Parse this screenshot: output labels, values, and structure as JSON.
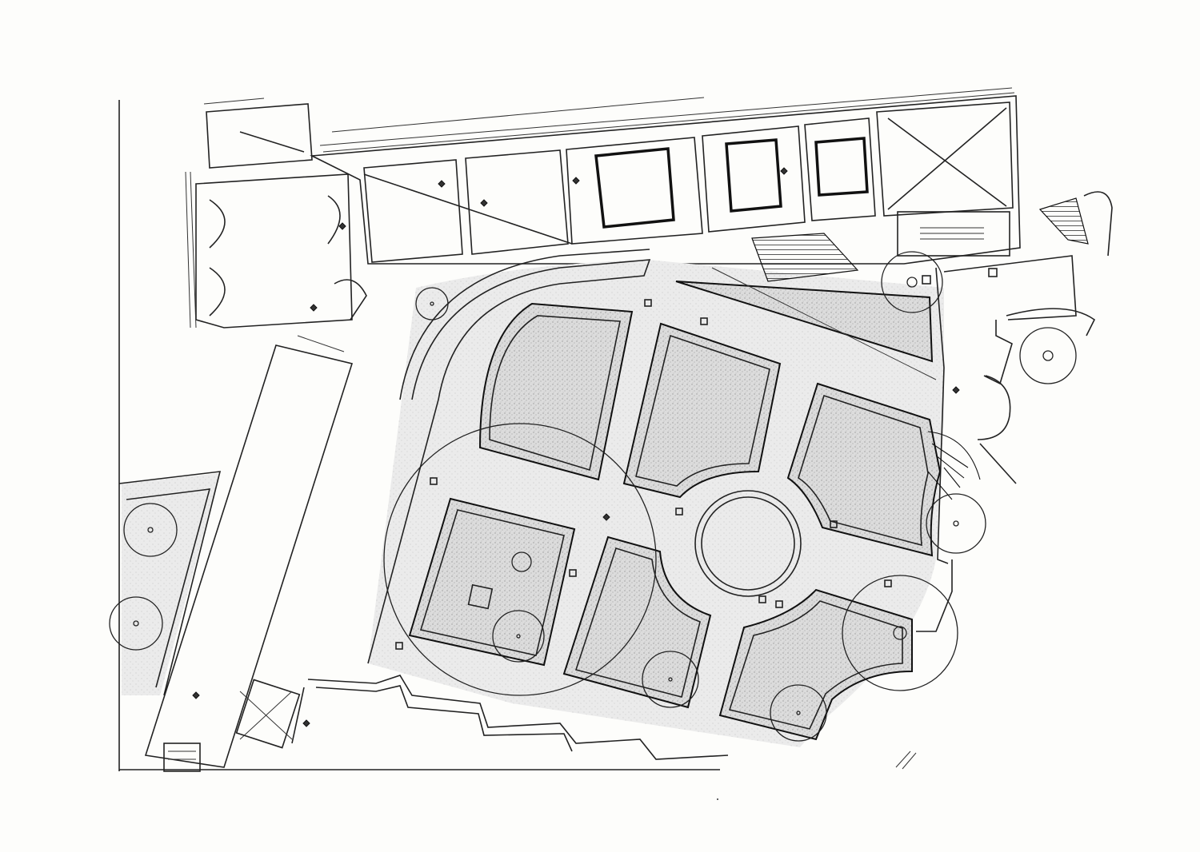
{
  "drawing": {
    "background": "#fdfdfb",
    "ink": "#222222",
    "stipple": "#cfcfcf"
  },
  "markers": [
    {
      "id": "SF-A",
      "label": ""
    },
    {
      "id": "SF-B",
      "label": ""
    },
    {
      "id": "SF-C",
      "label": ""
    },
    {
      "id": "SF-D",
      "label": ""
    },
    {
      "id": "SF-E",
      "label": ""
    },
    {
      "id": "SF-F",
      "label": ""
    },
    {
      "id": "SF-G",
      "label": ""
    },
    {
      "id": "SF-H",
      "label": ""
    },
    {
      "id": "SF-I",
      "label": ""
    },
    {
      "id": "SF-J",
      "label": ""
    }
  ]
}
